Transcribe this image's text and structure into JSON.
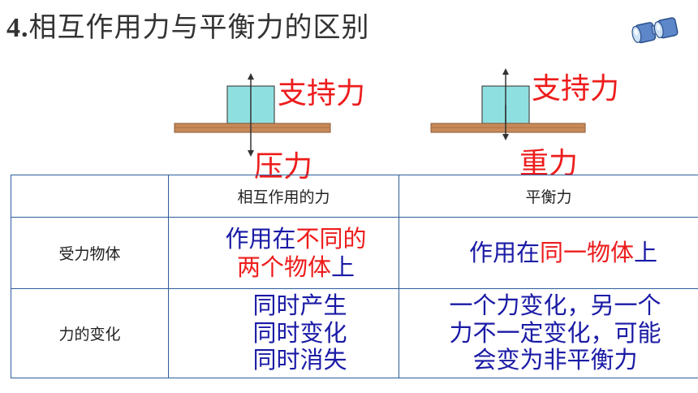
{
  "title": {
    "number": "4.",
    "text": "相互作用力与平衡力的区别"
  },
  "icons": {
    "top_right": "binoculars-icon"
  },
  "diagram_left": {
    "label_top": "支持力",
    "label_bottom": "压力"
  },
  "diagram_right": {
    "label_top": "支持力",
    "label_bottom": "重力"
  },
  "table": {
    "header": [
      "",
      "相互作用的力",
      "平衡力"
    ],
    "rows": [
      {
        "label": "受力物体",
        "mutual": {
          "line1_a": "作用在",
          "line1_b": "不同的",
          "line2_a": "两个物体",
          "line2_b": "上"
        },
        "balance": {
          "a": "作用在",
          "b": "同一物体",
          "c": "上"
        }
      },
      {
        "label": "力的变化",
        "mutual": [
          "同时产生",
          "同时变化",
          "同时消失"
        ],
        "balance": [
          "一个力变化，另一个",
          "力不一定变化，可能",
          "会变为非平衡力"
        ]
      }
    ]
  },
  "colors": {
    "red": "#ee1c1c",
    "blue": "#1a1aa6",
    "border": "#2e5d9c",
    "block": "#8ee0e0",
    "board": "#c98a5a"
  }
}
